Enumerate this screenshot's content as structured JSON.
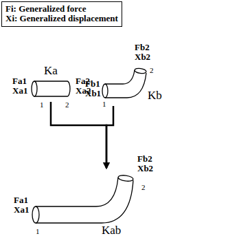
{
  "diagram": {
    "nodes": [
      {
        "text": [
          "Fi: Generalized force",
          "Xi: Generalized displacement"
        ]
      },
      {
        "text": [
          "Ka"
        ]
      },
      {
        "text": [
          "Kb"
        ]
      },
      {
        "text": [
          "Kab"
        ]
      }
    ],
    "edges": [
      {
        "from": 1,
        "to": 3,
        "arrow": "to"
      },
      {
        "from": 2,
        "to": 3,
        "arrow": "to"
      }
    ],
    "labels": [
      "Fa1",
      "Xa1",
      "1",
      "2",
      "Fa2",
      "Xa2",
      "Fb1",
      "Xb1",
      "1",
      "Fb2",
      "Xb2",
      "2",
      "Fb2",
      "Xb2",
      "2",
      "Fa1",
      "Xa1",
      "1"
    ]
  }
}
